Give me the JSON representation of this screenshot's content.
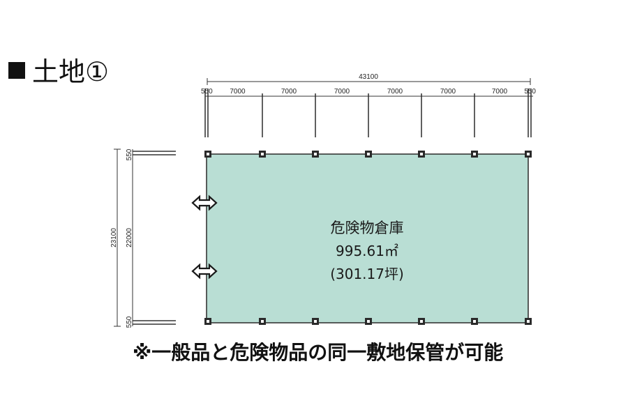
{
  "title": "土地①",
  "dimensions": {
    "total_width": "43100",
    "end_span": "550",
    "spans": [
      "7000",
      "7000",
      "7000",
      "7000",
      "7000",
      "7000"
    ],
    "total_depth": "23100",
    "inner_depth": "22000",
    "depth_end": "550"
  },
  "building": {
    "name": "危険物倉庫",
    "area_m2": "995.61㎡",
    "area_tsubo": "(301.17坪)"
  },
  "note": "※一般品と危険物品の同一敷地保管が可能",
  "colors": {
    "building_fill": "#b9ded4",
    "line": "#2a2a2a"
  },
  "icons": [
    "double-arrow-icon",
    "double-arrow-icon"
  ]
}
